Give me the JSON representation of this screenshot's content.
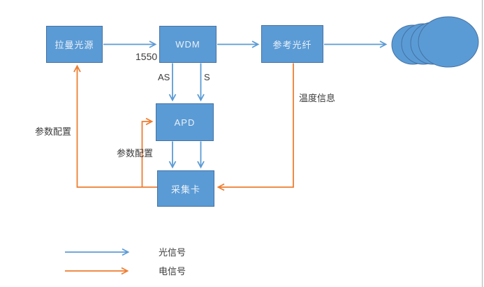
{
  "nodes": {
    "raman_source": {
      "label": "拉曼光源"
    },
    "wdm": {
      "label": "WDM"
    },
    "reference_fiber": {
      "label": "参考光纤"
    },
    "apd": {
      "label": "APD"
    },
    "acquisition_card": {
      "label": "采集卡"
    }
  },
  "edge_labels": {
    "wavelength": "1550",
    "anti_stokes": "AS",
    "stokes": "S",
    "param_config_to_source": "参数配置",
    "param_config_to_apd": "参数配置",
    "temperature_info": "温度信息"
  },
  "legend": {
    "optical_label": "光信号",
    "electrical_label": "电信号"
  },
  "colors": {
    "node_fill": "#5B9BD5",
    "node_border": "#4472A4",
    "optical_signal": "#5B9BD5",
    "electrical_signal": "#ED7D31",
    "label_text": "#3B3B3B"
  }
}
